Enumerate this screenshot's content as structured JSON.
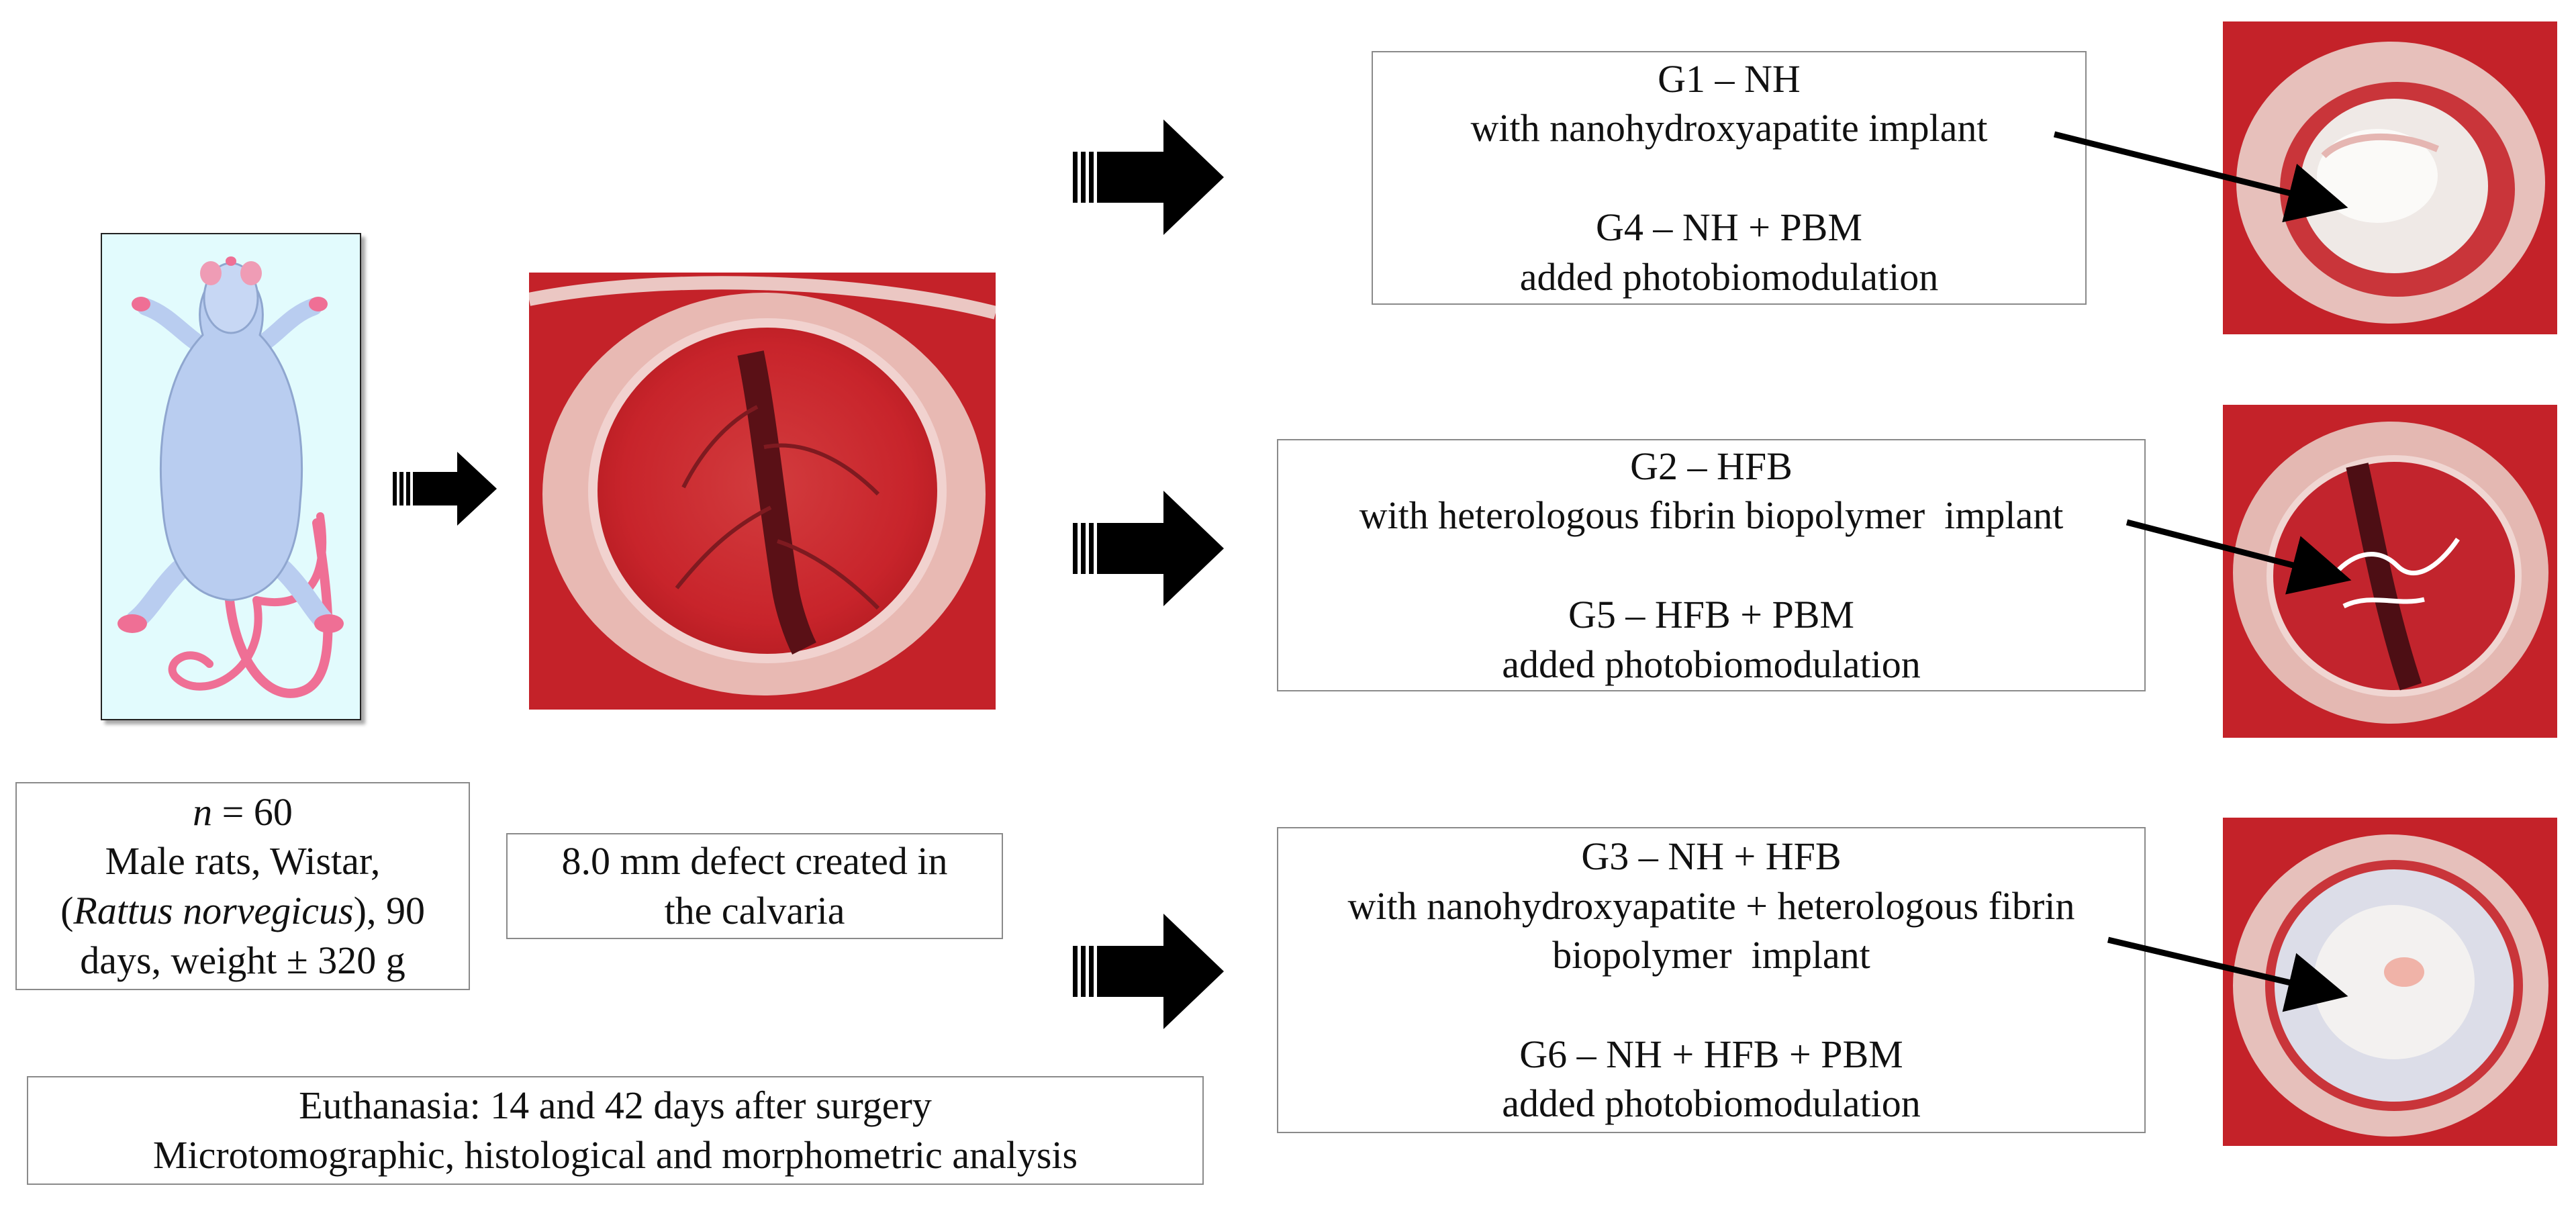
{
  "subject": {
    "n_prefix": "n",
    "n_value": " = 60",
    "line2": "Male rats, Wistar,",
    "line3_italic": "Rattus norvegicus",
    "line3_rest": ", 90",
    "line4": "days, weight ± 320 g"
  },
  "defect": {
    "line1": "8.0 mm defect created in",
    "line2": "the calvaria"
  },
  "euthanasia": {
    "line1": "Euthanasia: 14 and 42 days after surgery",
    "line2": "Microtomographic, histological and morphometric analysis"
  },
  "groups": [
    {
      "title": "G1 – NH",
      "desc": "with nanohydroxyapatite implant",
      "desc2": "",
      "pbm_title": "G4 – NH + PBM",
      "pbm_desc": "added photobiomodulation"
    },
    {
      "title": "G2 – HFB",
      "desc": "with heterologous fibrin biopolymer  implant",
      "desc2": "",
      "pbm_title": "G5 – HFB + PBM",
      "pbm_desc": "added photobiomodulation"
    },
    {
      "title": "G3 – NH + HFB",
      "desc": "with nanohydroxyapatite + heterologous fibrin",
      "desc2": "biopolymer  implant",
      "pbm_title": "G6 – NH + HFB + PBM",
      "pbm_desc": "added photobiomodulation"
    }
  ],
  "colors": {
    "tissue_red": "#c8242b",
    "bone_pink": "#e8b9b3",
    "mouse_blue": "#b9cdf0",
    "mouse_pink": "#ef6f95",
    "panel_bg": "#e2fbfd"
  }
}
